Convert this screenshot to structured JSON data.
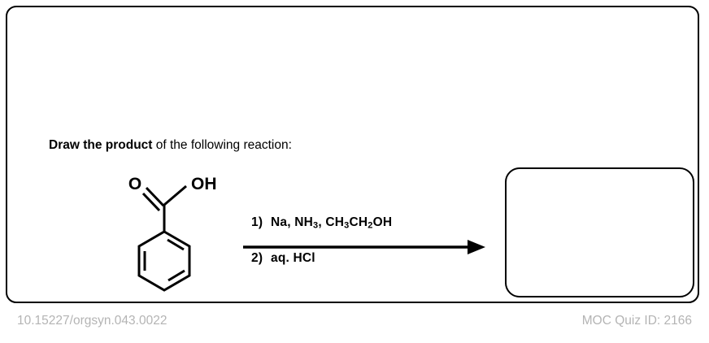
{
  "card": {
    "prompt": {
      "emphasis": "Draw the product",
      "rest": " of the following reaction:"
    }
  },
  "reaction": {
    "reactant": {
      "name": "benzoic-acid",
      "carbonyl_oxygen_label": "O",
      "hydroxyl_label": "OH"
    },
    "conditions": [
      {
        "number": "1)",
        "reagents_prefix": "Na, NH",
        "sub1": "3",
        "reagents_mid": ", CH",
        "sub2": "3",
        "reagents_mid2": "CH",
        "sub3": "2",
        "reagents_suffix": "OH"
      },
      {
        "number": "2)",
        "text": "aq. HCl"
      }
    ],
    "arrow": {
      "direction": "right",
      "style": "solid"
    },
    "answer_box": {
      "value": "",
      "placeholder": ""
    }
  },
  "footer": {
    "doi": "10.15227/orgsyn.043.0022",
    "quiz_id": "MOC Quiz ID: 2166"
  },
  "colors": {
    "ink": "#000000",
    "footer_text": "#b4b4b4",
    "background": "#ffffff"
  }
}
